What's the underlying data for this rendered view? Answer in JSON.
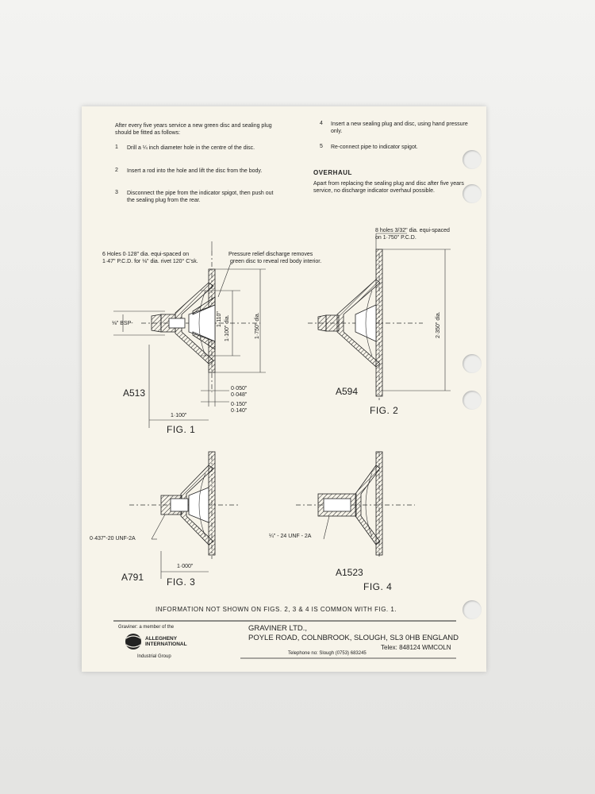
{
  "instructions": {
    "intro": "After every five years service a new green disc and sealing plug should be fitted as follows:",
    "steps": [
      {
        "n": "1",
        "text": "Drill a ¼ inch diameter hole in the centre of the disc."
      },
      {
        "n": "2",
        "text": "Insert a rod into the hole and lift the disc from the body."
      },
      {
        "n": "3",
        "text": "Disconnect the pipe from the indicator spigot, then push out the sealing plug from the rear."
      },
      {
        "n": "4",
        "text": "Insert a new sealing plug and disc, using hand pressure only."
      },
      {
        "n": "5",
        "text": "Re-connect pipe to indicator spigot."
      }
    ],
    "overhaul_heading": "OVERHAUL",
    "overhaul_text": "Apart from replacing the sealing plug and disc after five years service, no discharge indicator overhaul possible."
  },
  "figures": {
    "fig1": {
      "label": "FIG. 1",
      "model": "A513",
      "holes_note_line1": "6 Holes 0·128\" dia. equi-spaced on",
      "holes_note_line2": "1·47\" P.C.D. for ⅛\" dia. rivet 120° C'sk.",
      "relief_note_line1": "Pressure relief discharge removes",
      "relief_note_line2": "green disc to reveal red body interior.",
      "bsp": "⅛\" BSP-",
      "dia1": "1·110\"",
      "dia2": "1·100\" dia.",
      "dia3": "1·750\" dia.",
      "t1": "0·050\"",
      "t2": "0·048\"",
      "t3": "0·150\"",
      "t4": "0·140\"",
      "length": "1·100\""
    },
    "fig2": {
      "label": "FIG. 2",
      "model": "A594",
      "holes_note_line1": "8 holes 3/32\" dia. equi-spaced",
      "holes_note_line2": "on 1·750\" P.C.D.",
      "dia": "2·350\" dia."
    },
    "fig3": {
      "label": "FIG. 3",
      "model": "A791",
      "thread": "0·437\"-20 UNF-2A",
      "length": "1·000\""
    },
    "fig4": {
      "label": "FIG. 4",
      "model": "A1523",
      "thread": "¼\" - 24 UNF - 2A"
    },
    "common_note": "INFORMATION NOT SHOWN ON FIGS. 2, 3 & 4 IS COMMON WITH FIG. 1."
  },
  "footer": {
    "member_of": "Graviner: a member of the",
    "logo_line1": "ALLEGHENY",
    "logo_line2": "INTERNATIONAL",
    "group": "Industrial Group",
    "company": "GRAVINER LTD.,",
    "address": "POYLE ROAD, COLNBROOK, SLOUGH, SL3 0HB ENGLAND",
    "telex": "Telex: 848124 WMCOLN",
    "telephone": "Telephone no: Slough (0753) 683245"
  }
}
